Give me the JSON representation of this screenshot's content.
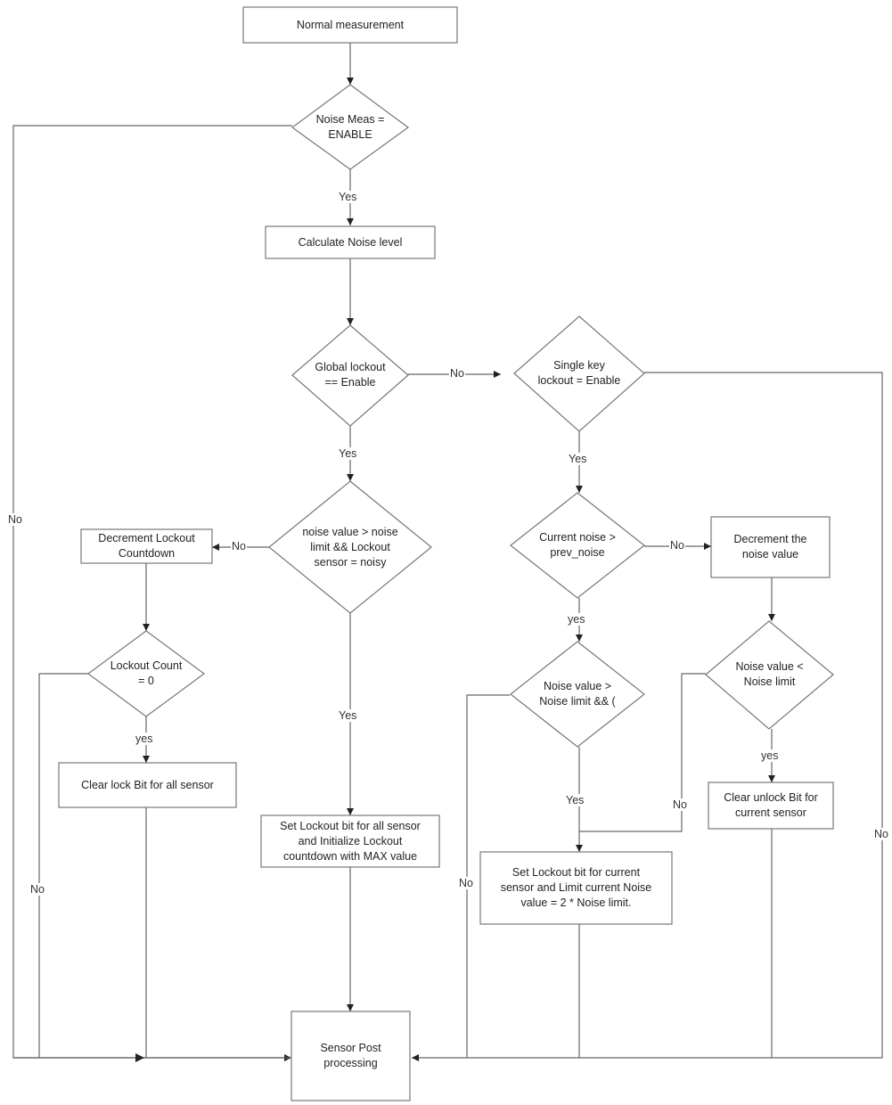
{
  "nodes": {
    "normal_measurement": "Normal measurement",
    "noise_meas_enable": "Noise Meas =\nENABLE",
    "calculate_noise": "Calculate Noise level",
    "global_lockout": "Global lockout\n== Enable",
    "single_key_lockout": "Single key\nlockout = Enable",
    "noise_value_limit_global": "noise value >   noise\nlimit &&  Lockout\nsensor = noisy",
    "decrement_lockout": "Decrement Lockout\nCountdown",
    "lockout_count_zero": "Lockout Count\n= 0",
    "clear_lock_bit_all": "Clear lock Bit for all sensor",
    "set_lockout_all": "Set Lockout bit for all sensor\nand Initialize Lockout\ncountdown with MAX value",
    "current_noise_prev": "Current noise >\nprev_noise",
    "decrement_noise_value": "Decrement the\nnoise value",
    "noise_value_limit_single": "Noise value  >\nNoise limit &&  (",
    "noise_value_less_limit": "Noise value  <\nNoise limit",
    "clear_unlock_bit": "Clear unlock Bit for\ncurrent sensor",
    "set_lockout_current": "Set Lockout bit for current\nsensor and Limit current Noise\nvalue = 2 * Noise limit.",
    "sensor_post_processing": "Sensor Post\nprocessing"
  },
  "labels": {
    "yes_noise_meas": "Yes",
    "no_noise_meas": "No",
    "no_global": "No",
    "yes_global": "Yes",
    "yes_single": "Yes",
    "no_single": "No",
    "no_noise_value_global": "No",
    "yes_noise_value_global": "Yes",
    "yes_lockout_count": "yes",
    "no_lockout_count": "No",
    "no_current_noise": "No",
    "yes_current_noise": "yes",
    "yes_noise_value_single": "Yes",
    "no_noise_value_single": "No",
    "yes_noise_less": "yes",
    "no_noise_less": "No"
  }
}
